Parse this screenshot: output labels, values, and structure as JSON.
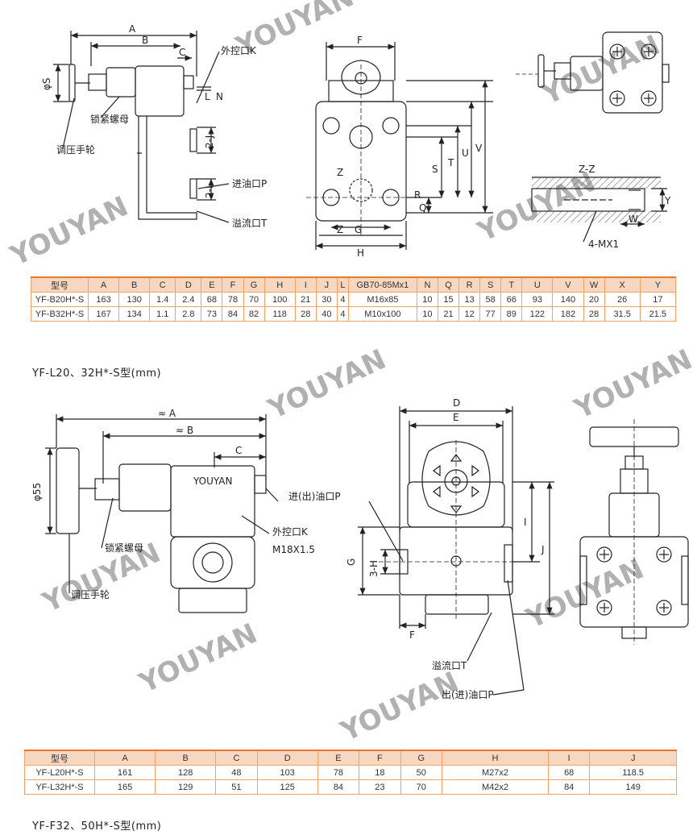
{
  "watermark": "YOUYAN",
  "labels": {
    "ext_port_k": "外控口K",
    "lock_nut": "锁紧螺母",
    "adjust_wheel": "调压手轮",
    "inlet_p": "进油口P",
    "overflow_t": "溢流口T",
    "section_zz": "Z-Z",
    "bolt_4mx1": "4-MX1",
    "phi_s": "φS",
    "phi_55": "φ55",
    "brand": "YOUYAN",
    "inout_p": "进(出)油口P",
    "ext_port_k2": "外控口K",
    "m18": "M18X1.5",
    "lock_nut2": "锁紧螺母",
    "adjust_wheel2": "调压手轮",
    "overflow_t2": "溢流口T",
    "outin_p": "出(进)油口P"
  },
  "dim_letters": {
    "a": "A",
    "b": "B",
    "c": "C",
    "l": "L",
    "n": "N",
    "two_j": "2-J",
    "two_i": "2-I",
    "f": "F",
    "z": "Z",
    "g": "G",
    "t": "T",
    "h": "H",
    "s": "S",
    "u": "U",
    "v": "V",
    "r": "R",
    "q": "Q",
    "w": "W",
    "y": "Y",
    "approx_a": "≈ A",
    "approx_b": "≈ B",
    "c2": "C",
    "d2": "D",
    "e2": "E",
    "i2": "I",
    "j2": "J",
    "g2": "G",
    "three_h": "3-H",
    "f2": "F"
  },
  "table1": {
    "headers": [
      "型号",
      "A",
      "B",
      "C",
      "D",
      "E",
      "F",
      "G",
      "H",
      "I",
      "J",
      "L",
      "GB70-85Mx1",
      "N",
      "Q",
      "R",
      "S",
      "T",
      "U",
      "V",
      "W",
      "X",
      "Y"
    ],
    "rows": [
      [
        "YF-B20H*-S",
        "163",
        "130",
        "1.4",
        "2.4",
        "68",
        "78",
        "70",
        "100",
        "21",
        "30",
        "4",
        "M16x85",
        "10",
        "15",
        "13",
        "58",
        "66",
        "93",
        "140",
        "20",
        "26",
        "17"
      ],
      [
        "YF-B32H*-S",
        "167",
        "134",
        "1.1",
        "2.8",
        "73",
        "84",
        "82",
        "118",
        "28",
        "40",
        "4",
        "M10x100",
        "10",
        "21",
        "12",
        "77",
        "89",
        "122",
        "182",
        "28",
        "31.5",
        "21.5"
      ]
    ]
  },
  "caption1": "YF-L20、32H*-S型(mm)",
  "table2": {
    "headers": [
      "型号",
      "A",
      "B",
      "C",
      "D",
      "E",
      "F",
      "G",
      "H",
      "I",
      "J"
    ],
    "rows": [
      [
        "YF-L20H*-S",
        "161",
        "128",
        "48",
        "103",
        "78",
        "18",
        "50",
        "M27x2",
        "68",
        "118.5"
      ],
      [
        "YF-L32H*-S",
        "165",
        "129",
        "51",
        "125",
        "84",
        "23",
        "70",
        "M42x2",
        "84",
        "149"
      ]
    ]
  },
  "caption2": "YF-F32、50H*-S型(mm)"
}
